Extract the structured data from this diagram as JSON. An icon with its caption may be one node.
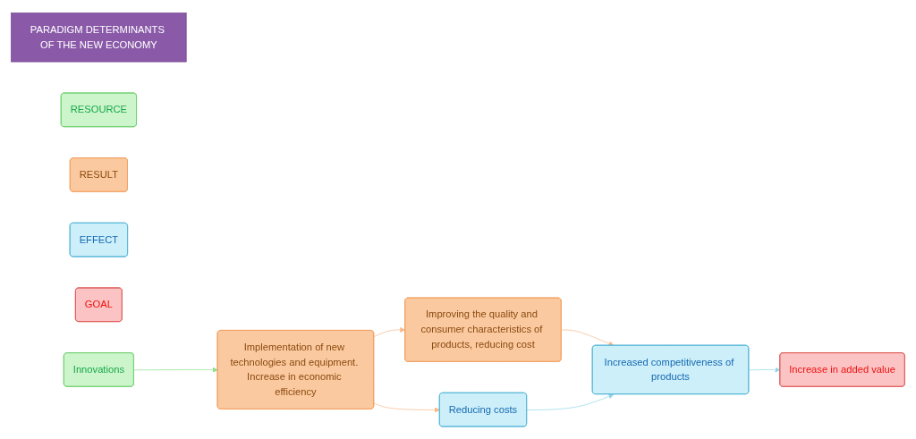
{
  "diagram": {
    "nodes": [
      {
        "text": [
          "PARADIGM DETERMINANTS OF THE NEW ECONOMY"
        ]
      },
      {
        "text": [
          "RESOURCE"
        ]
      },
      {
        "text": [
          "RESULT"
        ]
      },
      {
        "text": [
          "EFFECT"
        ]
      },
      {
        "text": [
          "GOAL"
        ]
      },
      {
        "text": [
          "Innovations"
        ]
      },
      {
        "text": [
          "Improving the quality and consumer characteristics of products, reducing cost"
        ]
      },
      {
        "text": [
          "Increased competitiveness of products"
        ]
      },
      {
        "text": [
          "Increase in added value"
        ]
      },
      {
        "text": [
          "Implementation of new technologies and equipment. Increase in economic efficiency"
        ]
      },
      {
        "text": [
          "Reducing costs"
        ]
      }
    ],
    "edges": [
      {
        "from": 5,
        "to": 9,
        "arrow": "to",
        "color": "#8fe08f"
      },
      {
        "from": 9,
        "to": 6,
        "arrow": "to",
        "color": "#f7b98a"
      },
      {
        "from": 9,
        "to": 10,
        "arrow": "to",
        "color": "#f7b98a"
      },
      {
        "from": 6,
        "to": 7,
        "arrow": "to",
        "color": "#f7b98a"
      },
      {
        "from": 10,
        "to": 7,
        "arrow": "to",
        "color": "#8fd6ea"
      },
      {
        "from": 7,
        "to": 8,
        "arrow": "to",
        "color": "#8fd6ea"
      }
    ]
  }
}
